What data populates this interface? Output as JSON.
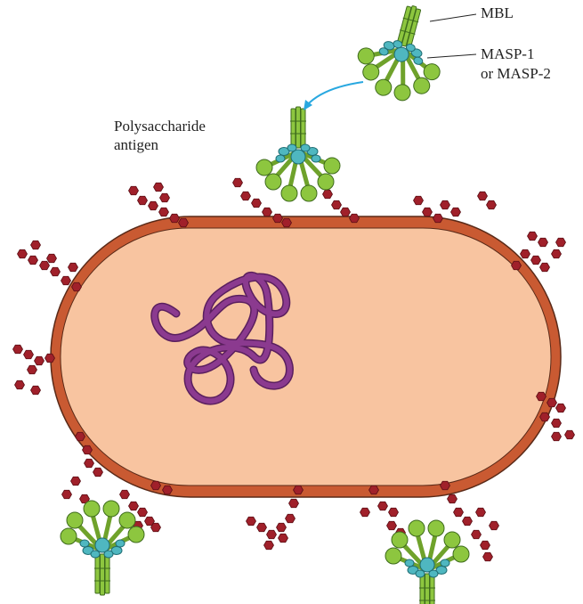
{
  "labels": {
    "mbl": "MBL",
    "masp_line1": "MASP-1",
    "masp_line2": "or MASP-2",
    "antigen_line1": "Polysaccharide",
    "antigen_line2": "antigen"
  },
  "colors": {
    "cytoplasm": "#f8c4a0",
    "cell_wall": "#c95a32",
    "cell_wall_outline": "#5a2a18",
    "dna": "#8b3a8f",
    "dna_highlight": "#b45ab6",
    "antigen": "#a0202a",
    "mbl_green": "#8dc63f",
    "mbl_outline": "#3e6b1c",
    "masp_teal": "#4fb7c0",
    "masp_outline": "#1f6d73",
    "arrow": "#29a8e0"
  },
  "icons": {
    "polysaccharide": "hexagon-chain",
    "mbl": "mannose-binding-lectin",
    "masp": "serine-protease",
    "chromosome": "dna-coil"
  }
}
